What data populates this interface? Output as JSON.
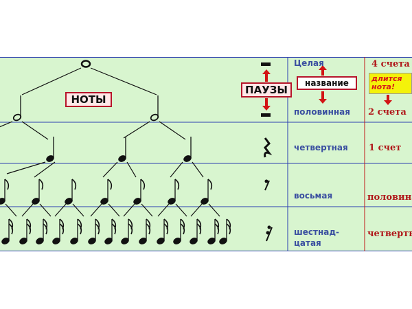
{
  "notes_label": "НОТЫ",
  "rests_label": "ПАУЗЫ",
  "name_header": "название",
  "duration_header": [
    "длится",
    "нота!"
  ],
  "rows": [
    {
      "name": "Целая",
      "duration": "4 счета",
      "notes": 1
    },
    {
      "name": "половинная",
      "duration": "2 счета",
      "notes": 2
    },
    {
      "name": "четвертная",
      "duration": "1 счет",
      "notes": 4
    },
    {
      "name": "восьмая",
      "duration": "половина",
      "notes": 8
    },
    {
      "name": "шестнадцатая",
      "name_lines": [
        "шестнад-",
        "цатая"
      ],
      "duration": "четверть",
      "notes": 16
    }
  ],
  "colors": {
    "background": "#d8f5cf",
    "accent_red": "#b6152a",
    "name_blue": "#3a4fa0",
    "highlight_yellow": "#f4f20a"
  }
}
